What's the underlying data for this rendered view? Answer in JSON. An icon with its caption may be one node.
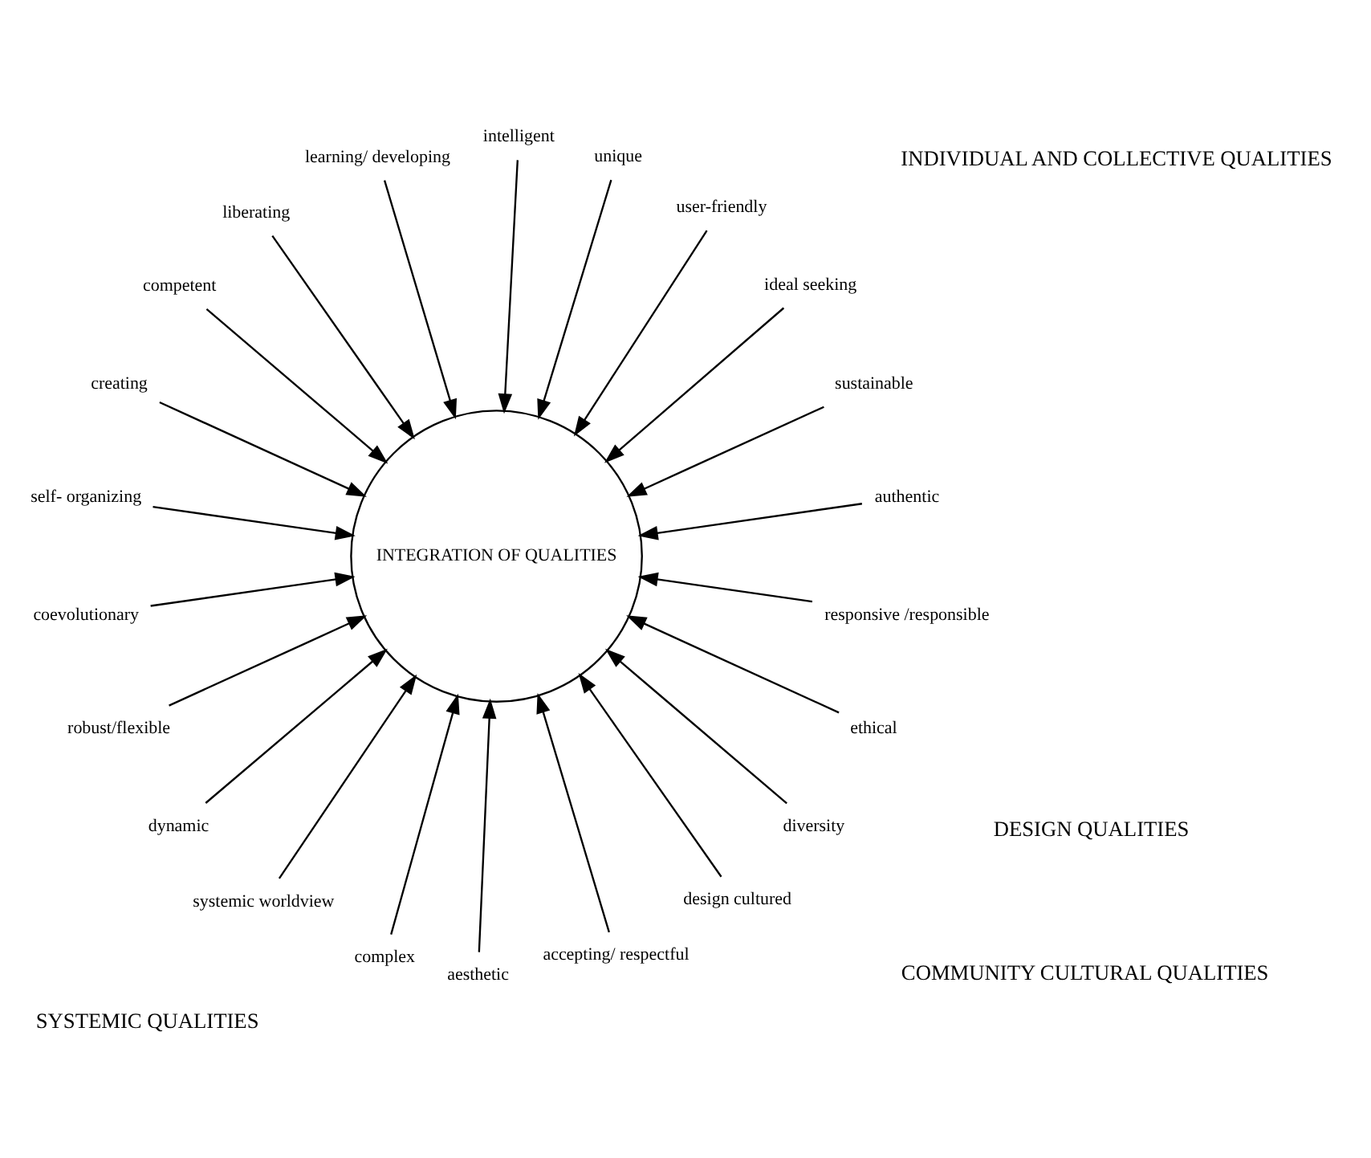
{
  "diagram": {
    "nodes": [
      {
        "text": [
          "INTEGRATION OF QUALITIES"
        ]
      },
      {
        "text": [
          "authentic"
        ]
      },
      {
        "text": [
          "sustainable"
        ]
      },
      {
        "text": [
          "ideal seeking"
        ]
      },
      {
        "text": [
          "user-friendly"
        ]
      },
      {
        "text": [
          "unique"
        ]
      },
      {
        "text": [
          "intelligent"
        ]
      },
      {
        "text": [
          "learning/ developing"
        ]
      },
      {
        "text": [
          "liberating"
        ]
      },
      {
        "text": [
          "competent"
        ]
      },
      {
        "text": [
          "creating"
        ]
      },
      {
        "text": [
          "self- organizing"
        ]
      },
      {
        "text": [
          "coevolutionary"
        ]
      },
      {
        "text": [
          "robust/flexible"
        ]
      },
      {
        "text": [
          "dynamic"
        ]
      },
      {
        "text": [
          "systemic worldview"
        ]
      },
      {
        "text": [
          "complex"
        ]
      },
      {
        "text": [
          "aesthetic"
        ]
      },
      {
        "text": [
          "accepting/ respectful"
        ]
      },
      {
        "text": [
          "design cultured"
        ]
      },
      {
        "text": [
          "diversity"
        ]
      },
      {
        "text": [
          "ethical"
        ]
      },
      {
        "text": [
          "responsive /responsible"
        ]
      }
    ],
    "edges": [
      {
        "from": 1,
        "to": 0,
        "arrow": "to"
      },
      {
        "from": 2,
        "to": 0,
        "arrow": "to"
      },
      {
        "from": 3,
        "to": 0,
        "arrow": "to"
      },
      {
        "from": 4,
        "to": 0,
        "arrow": "to"
      },
      {
        "from": 5,
        "to": 0,
        "arrow": "to"
      },
      {
        "from": 22,
        "to": 0,
        "arrow": "to"
      },
      {
        "from": 21,
        "to": 0,
        "arrow": "to"
      },
      {
        "from": 20,
        "to": 0,
        "arrow": "to"
      },
      {
        "from": 19,
        "to": 0,
        "arrow": "to"
      },
      {
        "from": 18,
        "to": 0,
        "arrow": "to"
      },
      {
        "from": 17,
        "to": 0,
        "arrow": "to"
      },
      {
        "from": 16,
        "to": 0,
        "arrow": "to"
      },
      {
        "from": 15,
        "to": 0,
        "arrow": "to"
      },
      {
        "from": 14,
        "to": 0,
        "arrow": "to"
      },
      {
        "from": 13,
        "to": 0,
        "arrow": "to"
      },
      {
        "from": 12,
        "to": 0,
        "arrow": "to"
      },
      {
        "from": 11,
        "to": 0,
        "arrow": "to"
      },
      {
        "from": 10,
        "to": 0,
        "arrow": "to"
      },
      {
        "from": 9,
        "to": 0,
        "arrow": "to"
      },
      {
        "from": 8,
        "to": 0,
        "arrow": "to"
      },
      {
        "from": 7,
        "to": 0,
        "arrow": "to"
      },
      {
        "from": 6,
        "to": 0,
        "arrow": "to"
      }
    ],
    "labels": [
      "DESIGN QUALITIES",
      "INDIVIDUAL AND COLLECTIVE QUALITIES",
      "COMMUNITY CULTURAL QUALITIES",
      "SYSTEMIC QUALITIES"
    ]
  }
}
